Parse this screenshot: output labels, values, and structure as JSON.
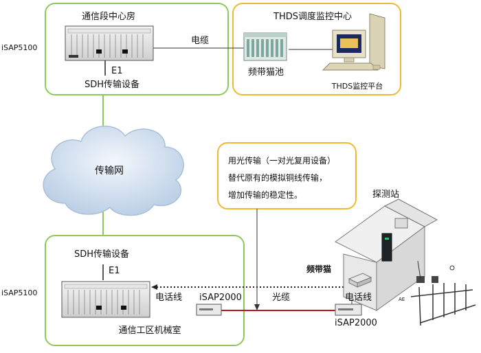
{
  "labels": {
    "top_room_title": "通信段中心房",
    "isap_top": "iSAP5100",
    "e1_top": "E1",
    "sdh_top": "SDH传输设备",
    "cable": "电缆",
    "thds_center_title": "THDS调度监控中心",
    "modem_pool": "频带猫池",
    "thds_platform": "THDS监控平台",
    "network": "传输网",
    "note_lines": [
      "用光传输（一对光复用设备）",
      "替代原有的模拟铜线传输，",
      "增加传输的稳定性。"
    ],
    "sdh_bottom": "SDH传输设备",
    "e1_bottom": "E1",
    "isap_bottom": "iSAP5100",
    "phone_line_left": "电话线",
    "isap2000_left": "iSAP2000",
    "optical_cable": "光缆",
    "phone_line_right": "电话线",
    "isap2000_right": "iSAP2000",
    "bottom_room_title": "通信工区机械室",
    "detection_station": "探测站",
    "modem": "频带猫",
    "ae": "AE"
  },
  "colors": {
    "green_frame": "#8dc95a",
    "orange_frame": "#f2b830",
    "fiber_red": "#b8141a",
    "cloud_fill": "#dbe7f3"
  }
}
